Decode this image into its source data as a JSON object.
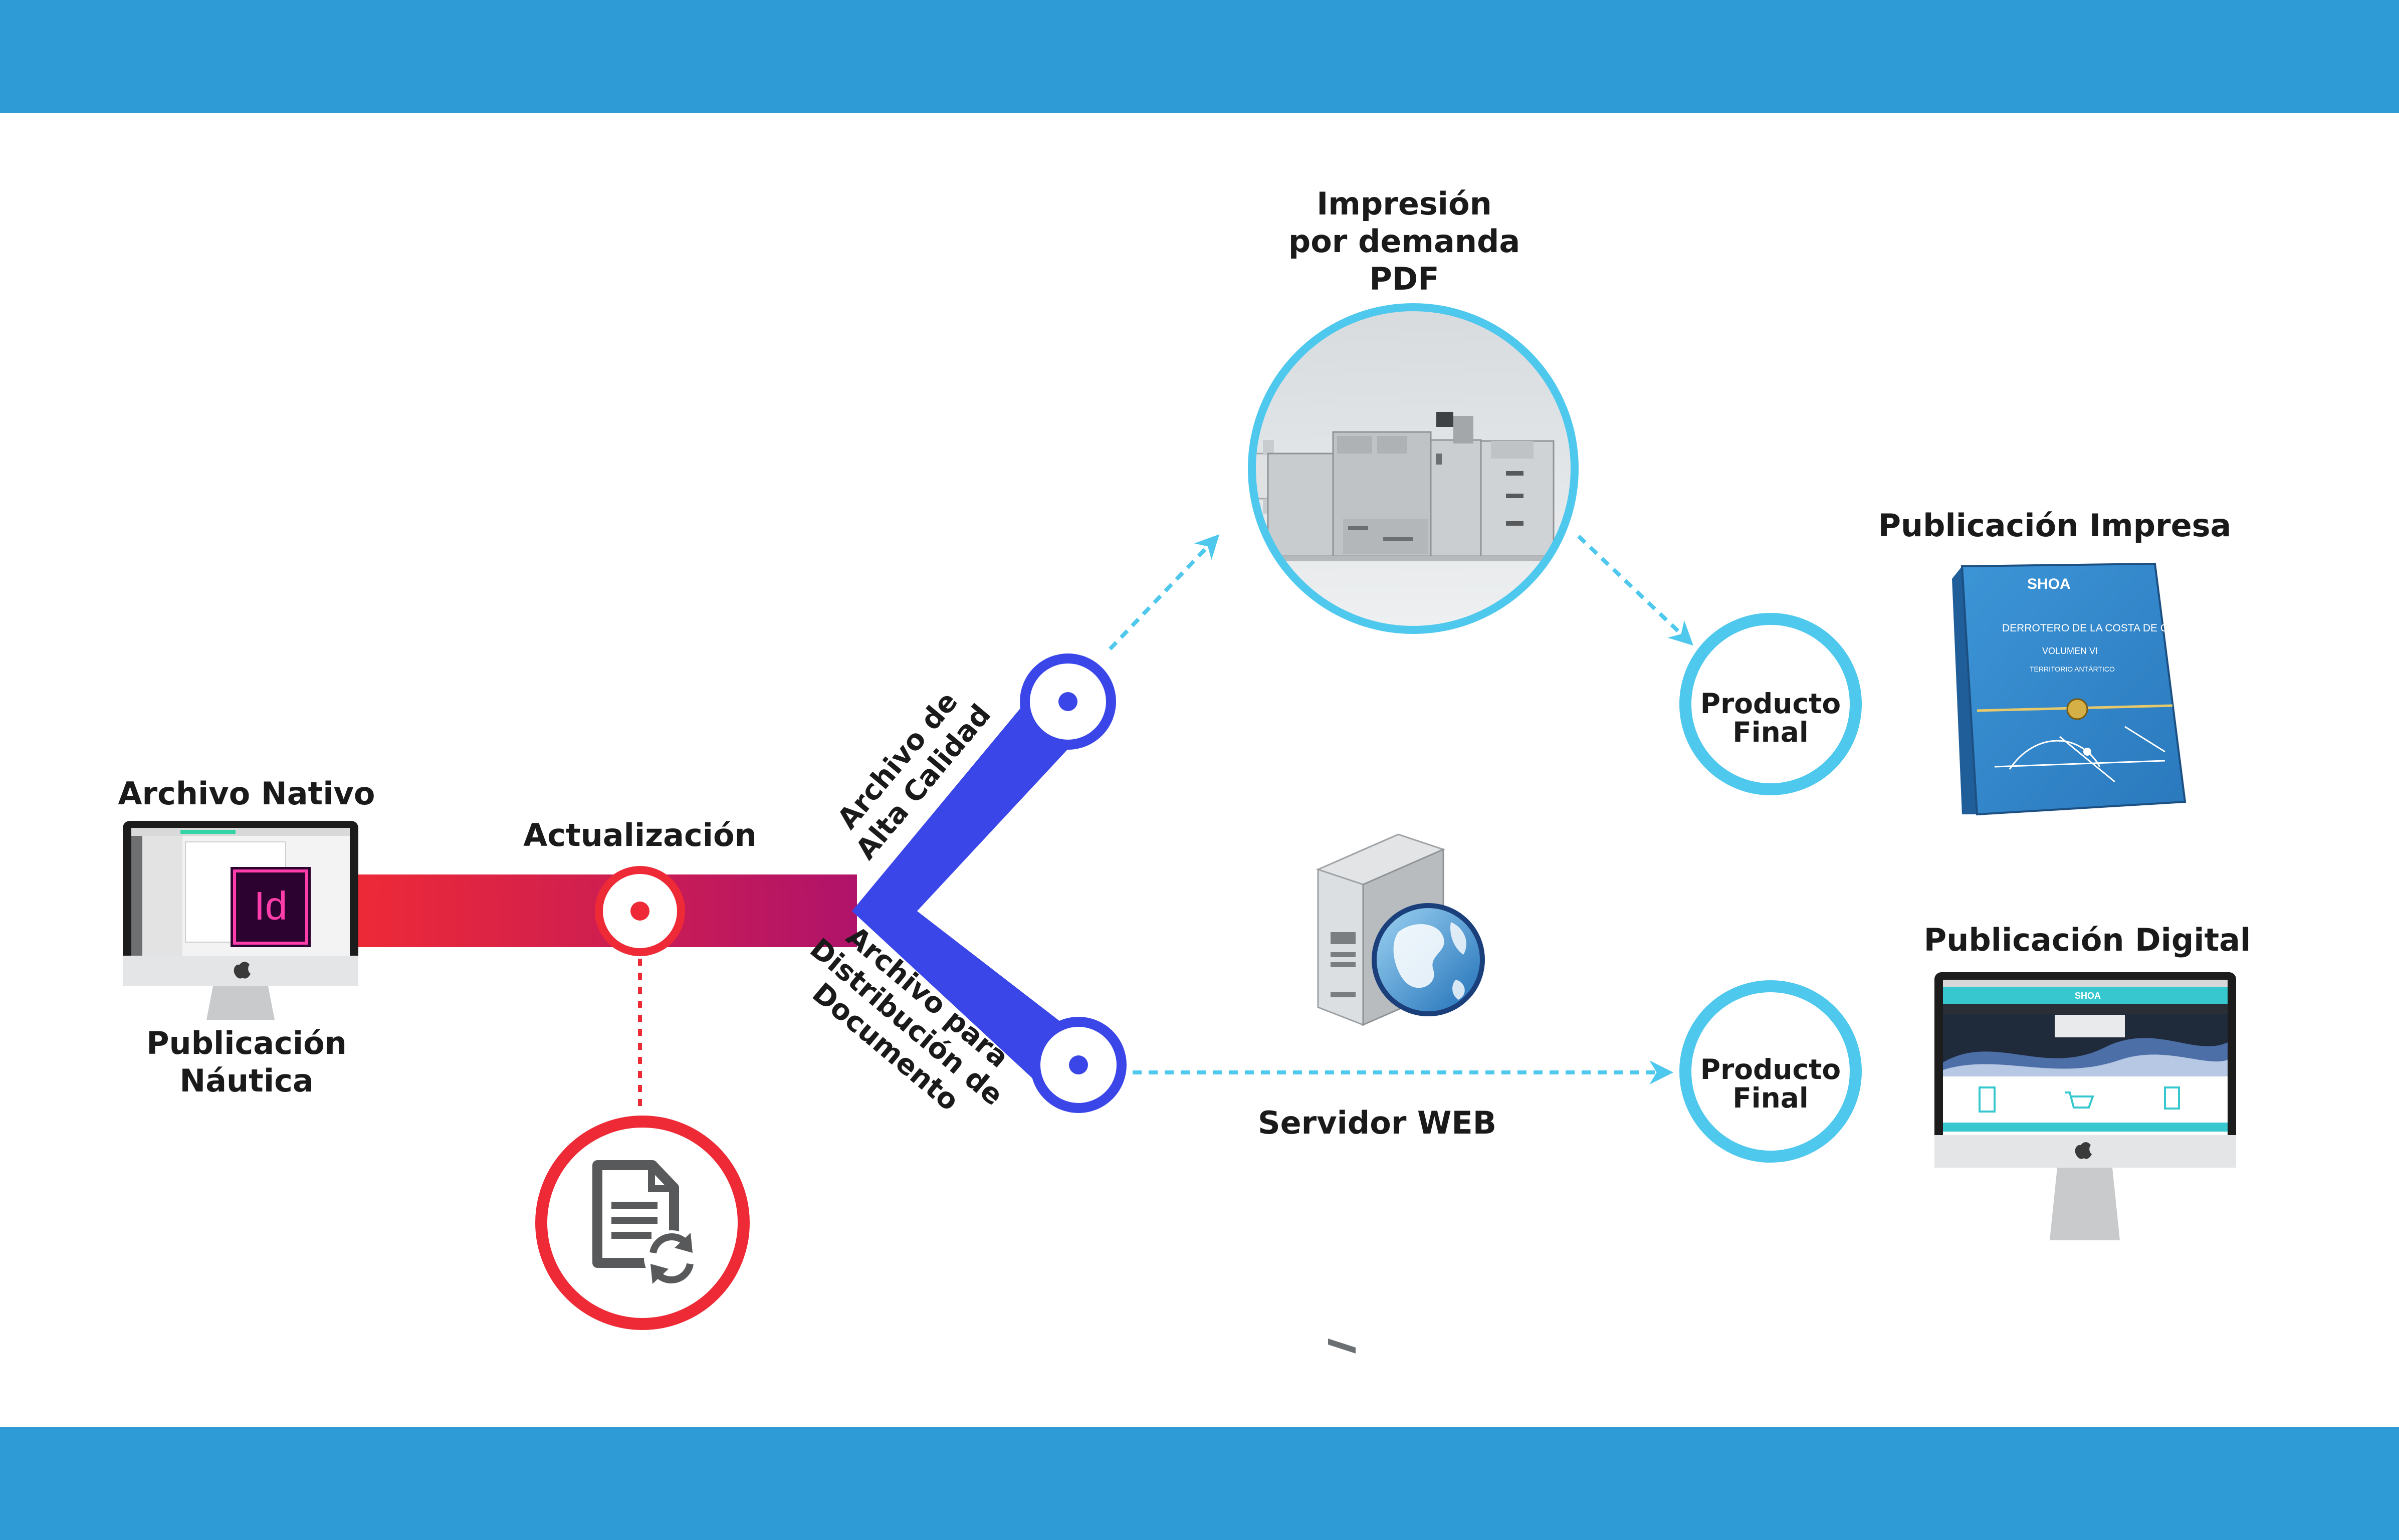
{
  "labels": {
    "archivo_nativo": "Archivo Nativo",
    "publicacion_nautica": [
      "Publicación",
      "Náutica"
    ],
    "actualizacion": "Actualización",
    "alta_calidad": [
      "Archivo de",
      "Alta Calidad"
    ],
    "distribucion": [
      "Archivo para",
      "Distribución de",
      "Documento"
    ],
    "impresion": [
      "Impresión",
      "por demanda",
      "PDF"
    ],
    "producto_final": [
      "Producto",
      "Final"
    ],
    "servidor_web": "Servidor WEB",
    "publicacion_impresa": "Publicación Impresa",
    "publicacion_digital": "Publicación Digital"
  },
  "icons": {
    "indesign": "Id",
    "book_brand": "SHOA",
    "book_title": "DERROTERO DE LA COSTA DE CHILE",
    "book_volume": "VOLUMEN VI",
    "book_subtitle": "TERRITORIO ANTÁRTICO",
    "web_brand": "SHOA"
  },
  "colors": {
    "band": "#2E9AD6",
    "red": "#EE2A36",
    "magenta": "#B0136A",
    "blue": "#3A46E8",
    "cyan": "#4FC8EE"
  }
}
